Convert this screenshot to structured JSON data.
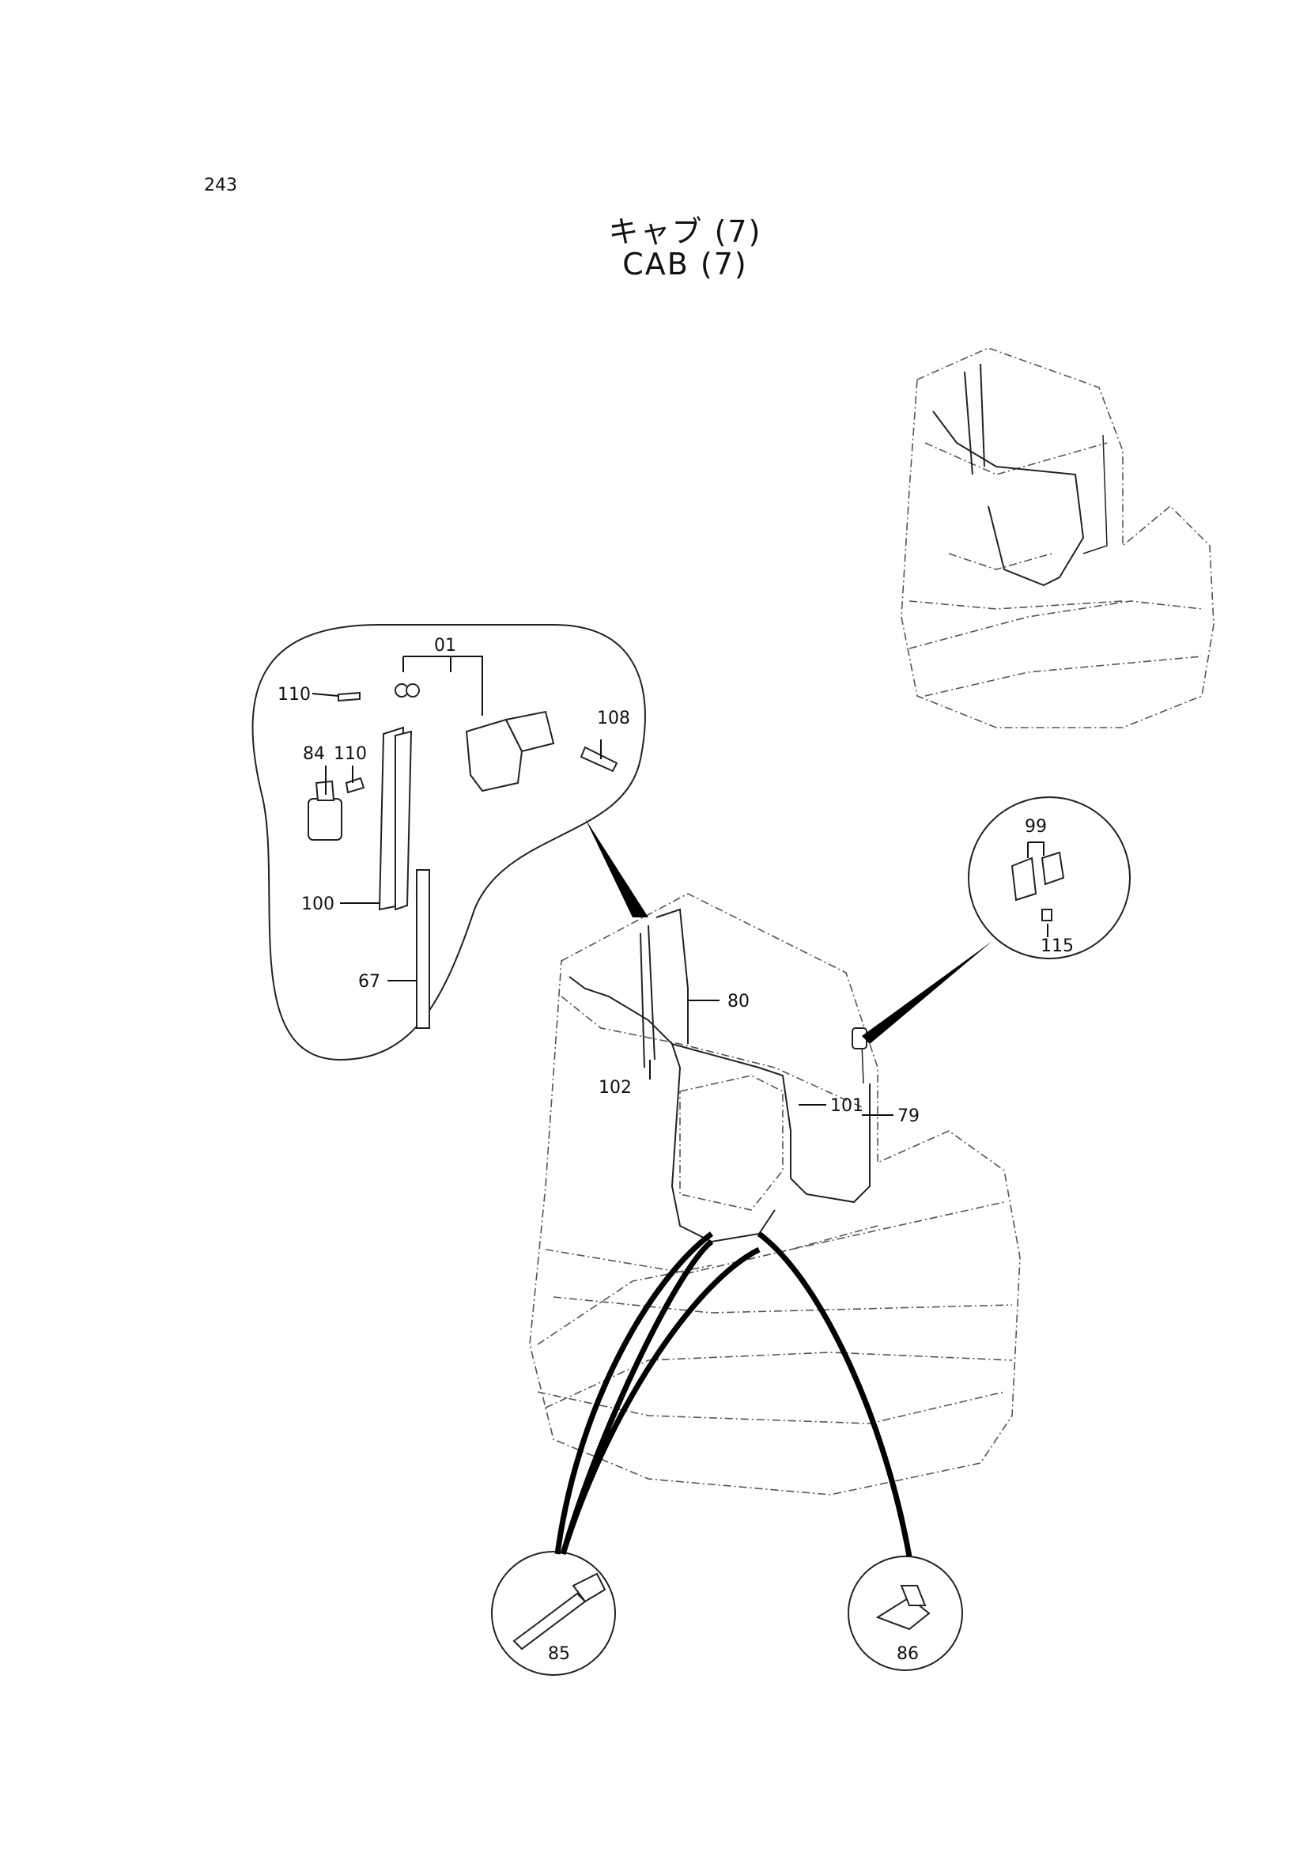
{
  "page": {
    "number": "243",
    "title_jp": "キャブ (7)",
    "title_en": "CAB (7)"
  },
  "callouts": {
    "c01": "01",
    "c110a": "110",
    "c108": "108",
    "c84": "84",
    "c110b": "110",
    "c100": "100",
    "c67": "67",
    "c80": "80",
    "c102": "102",
    "c101": "101",
    "c79": "79",
    "c99": "99",
    "c115": "115",
    "c85": "85",
    "c86": "86"
  }
}
